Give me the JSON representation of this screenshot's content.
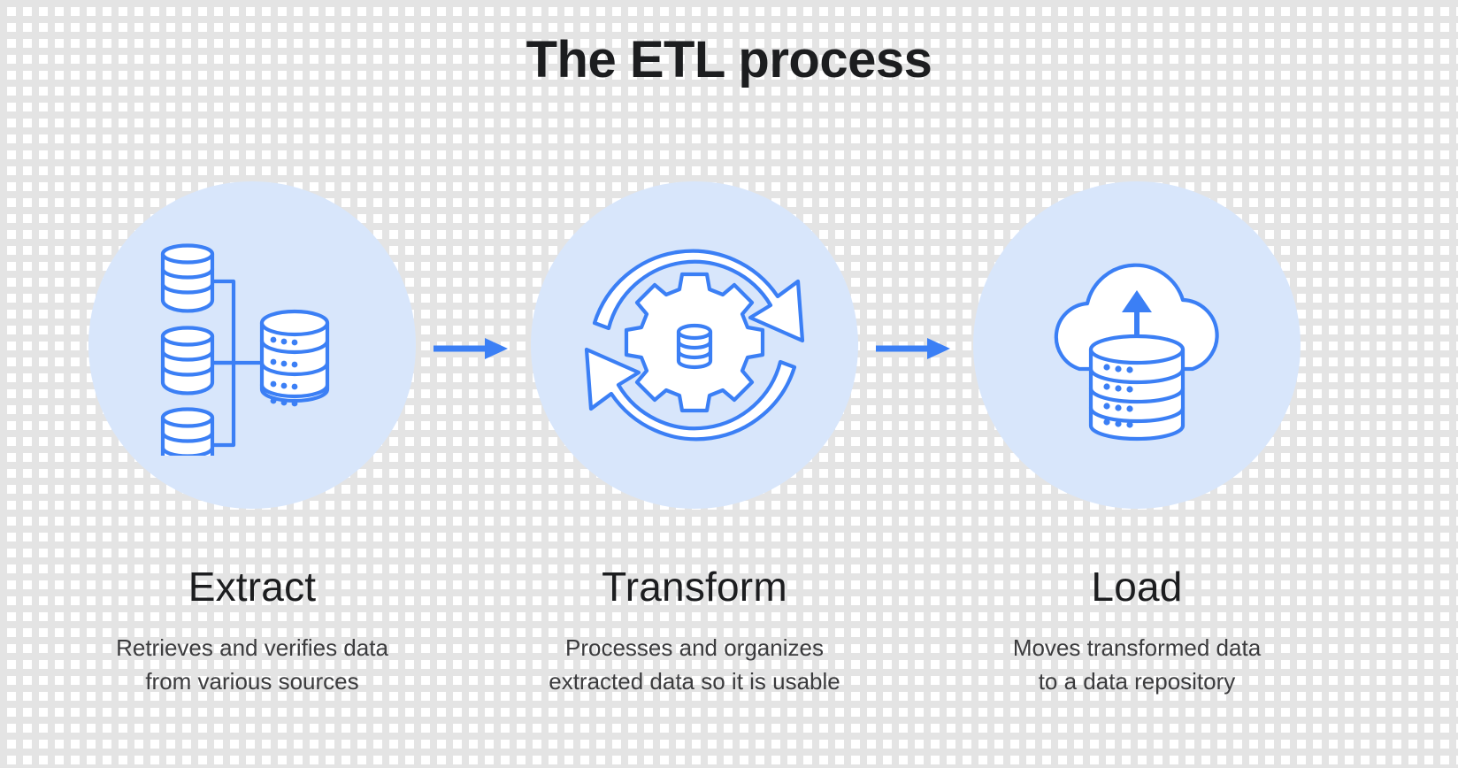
{
  "page": {
    "title": "The ETL process",
    "background_color": "#ffffff",
    "grid_line_color": "#e4e4e4"
  },
  "theme": {
    "accent_blue": "#3b7ff5",
    "circle_fill": "#d8e6fb",
    "icon_fill": "#ffffff",
    "title_color": "#1c1d1f",
    "body_text_color": "#3b3b3d"
  },
  "stages": [
    {
      "id": "extract",
      "title": "Extract",
      "description": "Retrieves and verifies data\nfrom various sources",
      "icon_name": "databases-extract-icon"
    },
    {
      "id": "transform",
      "title": "Transform",
      "description": "Processes and organizes\nextracted data so it is usable",
      "icon_name": "gear-refresh-transform-icon"
    },
    {
      "id": "load",
      "title": "Load",
      "description": "Moves transformed data\nto a data repository",
      "icon_name": "cloud-upload-load-icon"
    }
  ],
  "connectors": [
    {
      "id": "extract-to-transform",
      "icon_name": "arrow-right-icon"
    },
    {
      "id": "transform-to-load",
      "icon_name": "arrow-right-icon"
    }
  ]
}
